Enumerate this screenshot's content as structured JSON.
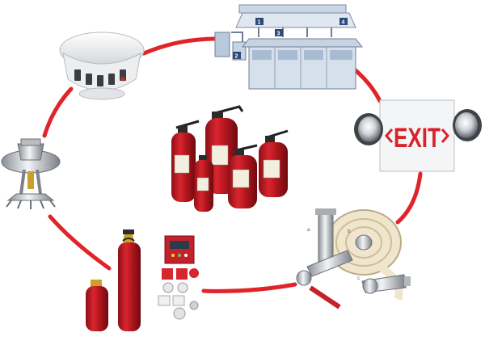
{
  "diagram": {
    "ring_color": "#e0242a",
    "items": [
      {
        "id": "smoke-detector",
        "icon": "smoke-detector-icon"
      },
      {
        "id": "kitchen-suppression",
        "icon": "kitchen-hood-suppression-icon",
        "labels": [
          "1",
          "2",
          "3",
          "4"
        ]
      },
      {
        "id": "exit-sign",
        "icon": "exit-sign-icon",
        "text": "EXIT"
      },
      {
        "id": "fire-hose",
        "icon": "fire-hose-nozzle-icon",
        "labels": [
          "a",
          "b",
          "c"
        ]
      },
      {
        "id": "fm200-system",
        "icon": "gas-suppression-cylinder-icon"
      },
      {
        "id": "sprinkler",
        "icon": "sprinkler-head-icon"
      },
      {
        "id": "extinguishers",
        "icon": "fire-extinguisher-icon"
      }
    ]
  }
}
